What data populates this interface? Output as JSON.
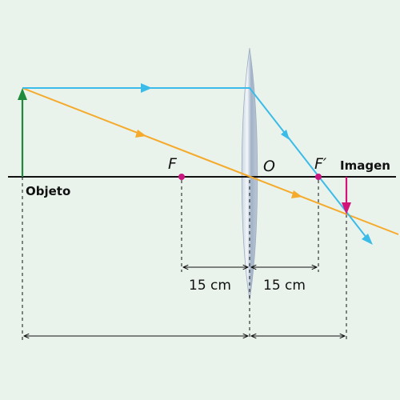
{
  "labels": {
    "object": "Objeto",
    "image": "Imagen",
    "focus_left": "F",
    "focus_right": "F′",
    "center": "O",
    "dist_left": "15 cm",
    "dist_right": "15 cm"
  },
  "colors": {
    "background": "#e9f3ec",
    "axis": "#111111",
    "object_arrow": "#1e8a3c",
    "image_arrow": "#d4137a",
    "ray_parallel": "#3bbbe8",
    "ray_center": "#f5aa2b",
    "focal_point": "#c8157f",
    "lens": "#a9b8cc"
  }
}
